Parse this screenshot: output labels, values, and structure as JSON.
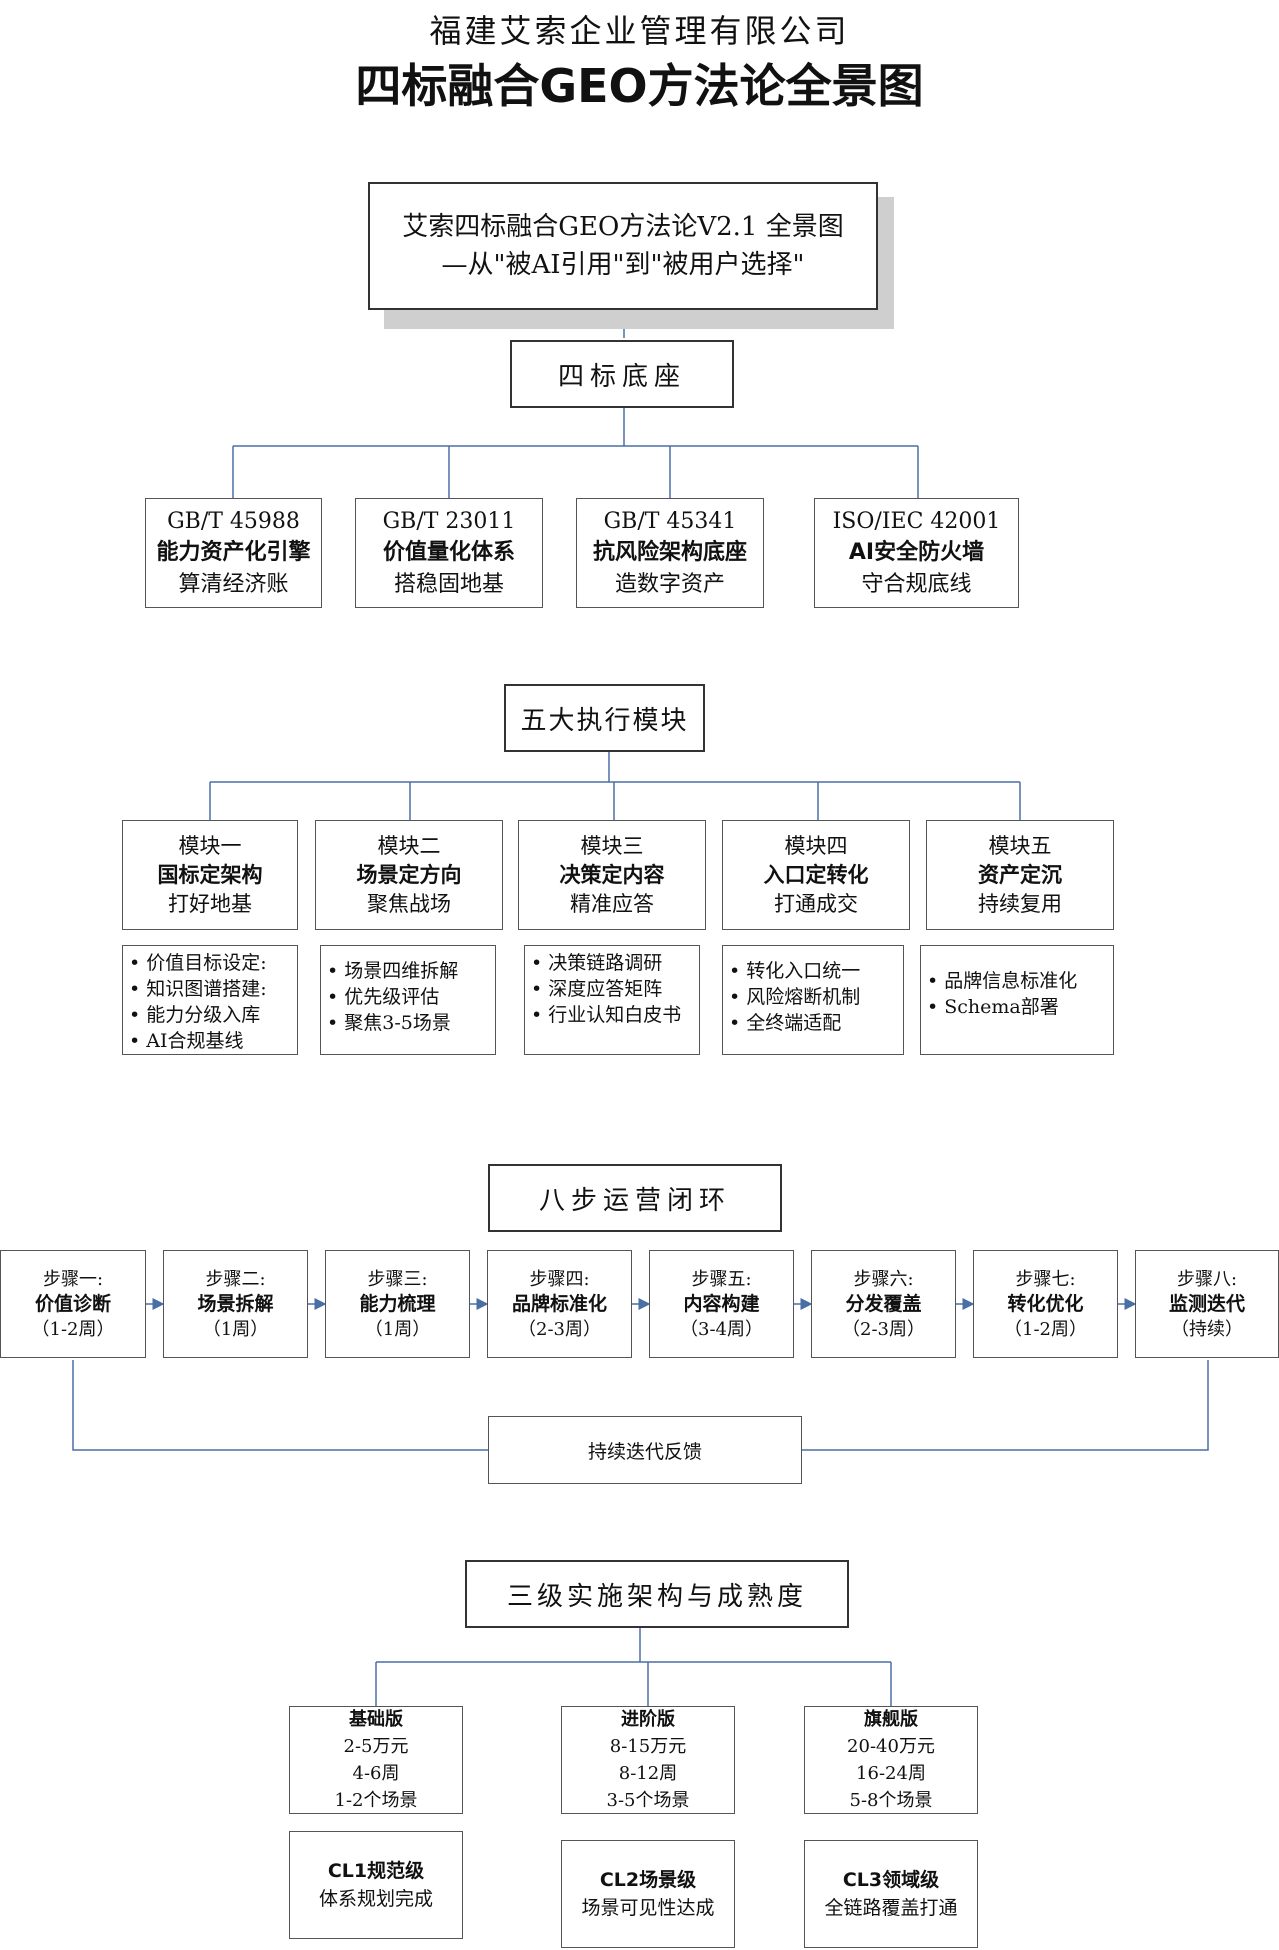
{
  "company": "福建艾索企业管理有限公司",
  "title": "四标融合GEO方法论全景图",
  "banner": {
    "line1": "艾索四标融合GEO方法论V2.1 全景图",
    "line2": "—从\"被AI引用\"到\"被用户选择\""
  },
  "foundation": {
    "heading": "四标底座",
    "items": [
      {
        "code": "GB/T 45988",
        "name": "能力资产化引擎",
        "desc": "算清经济账"
      },
      {
        "code": "GB/T 23011",
        "name": "价值量化体系",
        "desc": "搭稳固地基"
      },
      {
        "code": "GB/T 45341",
        "name": "抗风险架构底座",
        "desc": "造数字资产"
      },
      {
        "code": "ISO/IEC 42001",
        "name": "AI安全防火墙",
        "desc": "守合规底线"
      }
    ]
  },
  "modules": {
    "heading": "五大执行模块",
    "items": [
      {
        "label": "模块一",
        "name": "国标定架构",
        "desc": "打好地基",
        "bullets": [
          "• 价值目标设定:",
          "• 知识图谱搭建:",
          "• 能力分级入库",
          "• AI合规基线"
        ]
      },
      {
        "label": "模块二",
        "name": "场景定方向",
        "desc": "聚焦战场",
        "bullets": [
          "• 场景四维拆解",
          "• 优先级评估",
          "• 聚焦3-5场景"
        ]
      },
      {
        "label": "模块三",
        "name": "决策定内容",
        "desc": "精准应答",
        "bullets": [
          "• 决策链路调研",
          "• 深度应答矩阵",
          "• 行业认知白皮书"
        ]
      },
      {
        "label": "模块四",
        "name": "入口定转化",
        "desc": "打通成交",
        "bullets": [
          "• 转化入口统一",
          "• 风险熔断机制",
          "• 全终端适配"
        ]
      },
      {
        "label": "模块五",
        "name": "资产定沉",
        "desc": "持续复用",
        "bullets": [
          "• 品牌信息标准化",
          "• Schema部署"
        ]
      }
    ]
  },
  "steps": {
    "heading": "八步运营闭环",
    "items": [
      {
        "label": "步骤一:",
        "name": "价值诊断",
        "time": "（1-2周）"
      },
      {
        "label": "步骤二:",
        "name": "场景拆解",
        "time": "（1周）"
      },
      {
        "label": "步骤三:",
        "name": "能力梳理",
        "time": "（1周）"
      },
      {
        "label": "步骤四:",
        "name": "品牌标准化",
        "time": "（2-3周）"
      },
      {
        "label": "步骤五:",
        "name": "内容构建",
        "time": "（3-4周）"
      },
      {
        "label": "步骤六:",
        "name": "分发覆盖",
        "time": "（2-3周）"
      },
      {
        "label": "步骤七:",
        "name": "转化优化",
        "time": "（1-2周）"
      },
      {
        "label": "步骤八:",
        "name": "监测迭代",
        "time": "（持续）"
      }
    ],
    "feedback": "持续迭代反馈"
  },
  "tiers": {
    "heading": "三级实施架构与成熟度",
    "items": [
      {
        "name": "基础版",
        "price": "2-5万元",
        "weeks": "4-6周",
        "scenes": "1-2个场景",
        "level": "CL1规范级",
        "result": "体系规划完成"
      },
      {
        "name": "进阶版",
        "price": "8-15万元",
        "weeks": "8-12周",
        "scenes": "3-5个场景",
        "level": "CL2场景级",
        "result": "场景可见性达成"
      },
      {
        "name": "旗舰版",
        "price": "20-40万元",
        "weeks": "16-24周",
        "scenes": "5-8个场景",
        "level": "CL3领域级",
        "result": "全链路覆盖打通"
      }
    ]
  }
}
